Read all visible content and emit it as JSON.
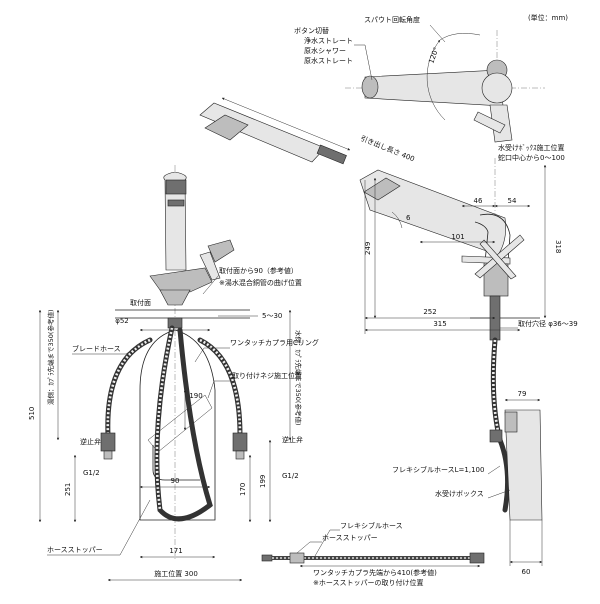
{
  "unit_note": "(単位：mm)",
  "top_view": {
    "spout_angle_label": "スパウト回転角度",
    "angle_value": "120°",
    "button_title": "ボタン切替",
    "button_modes": [
      "浄水ストレート",
      "原水シャワー",
      "原水ストレート"
    ]
  },
  "pullout": {
    "label": "引き出し長さ 400"
  },
  "box_install": {
    "line1": "水受けﾎﾞｯｸｽ施工位置",
    "line2": "蛇口中心から0～100"
  },
  "side_view": {
    "d46": "46",
    "d54": "54",
    "d101": "101",
    "d6": "6",
    "d249": "249",
    "d318": "318",
    "d252": "252",
    "d315": "315",
    "hole": "取付穴径 φ36～39",
    "d79": "79",
    "d60": "60",
    "flex_hose": "フレキシブルホースL=1,100",
    "box": "水受けボックス"
  },
  "front_view": {
    "mount_surface": "取付面",
    "from_mount": "取付面から90（参考値）",
    "bend_note": "※湯水混合銅管の曲げ位置",
    "phi52": "φ52",
    "d5_30": "5～30",
    "braid_hose": "ブレードホース",
    "c_ring": "ワンタッチカプラ用Cリング",
    "screw_pos": "取り付けネジ施工位置",
    "hot_vertical": "湯側：ｶﾌﾟﾗ先端まで350(参考値)",
    "water_vertical": "水側：ｶﾌﾟﾗ先端まで350(参考値)",
    "d510": "510",
    "check_valve_l": "逆止弁",
    "check_valve_r": "逆止弁",
    "g_l": "G1/2",
    "g_r": "G1/2",
    "d190": "190",
    "d90": "90",
    "d251": "251",
    "d170": "170",
    "d199": "199",
    "d171": "171",
    "stopper": "ホースストッパー",
    "install_pos": "施工位置 300"
  },
  "hose_detail": {
    "flex_label": "フレキシブルホース",
    "stopper_label": "ホースストッパー",
    "note1": "ワンタッチカプラ先端から410(参考値)",
    "note2": "※ホースストッパーの取り付け位置"
  }
}
